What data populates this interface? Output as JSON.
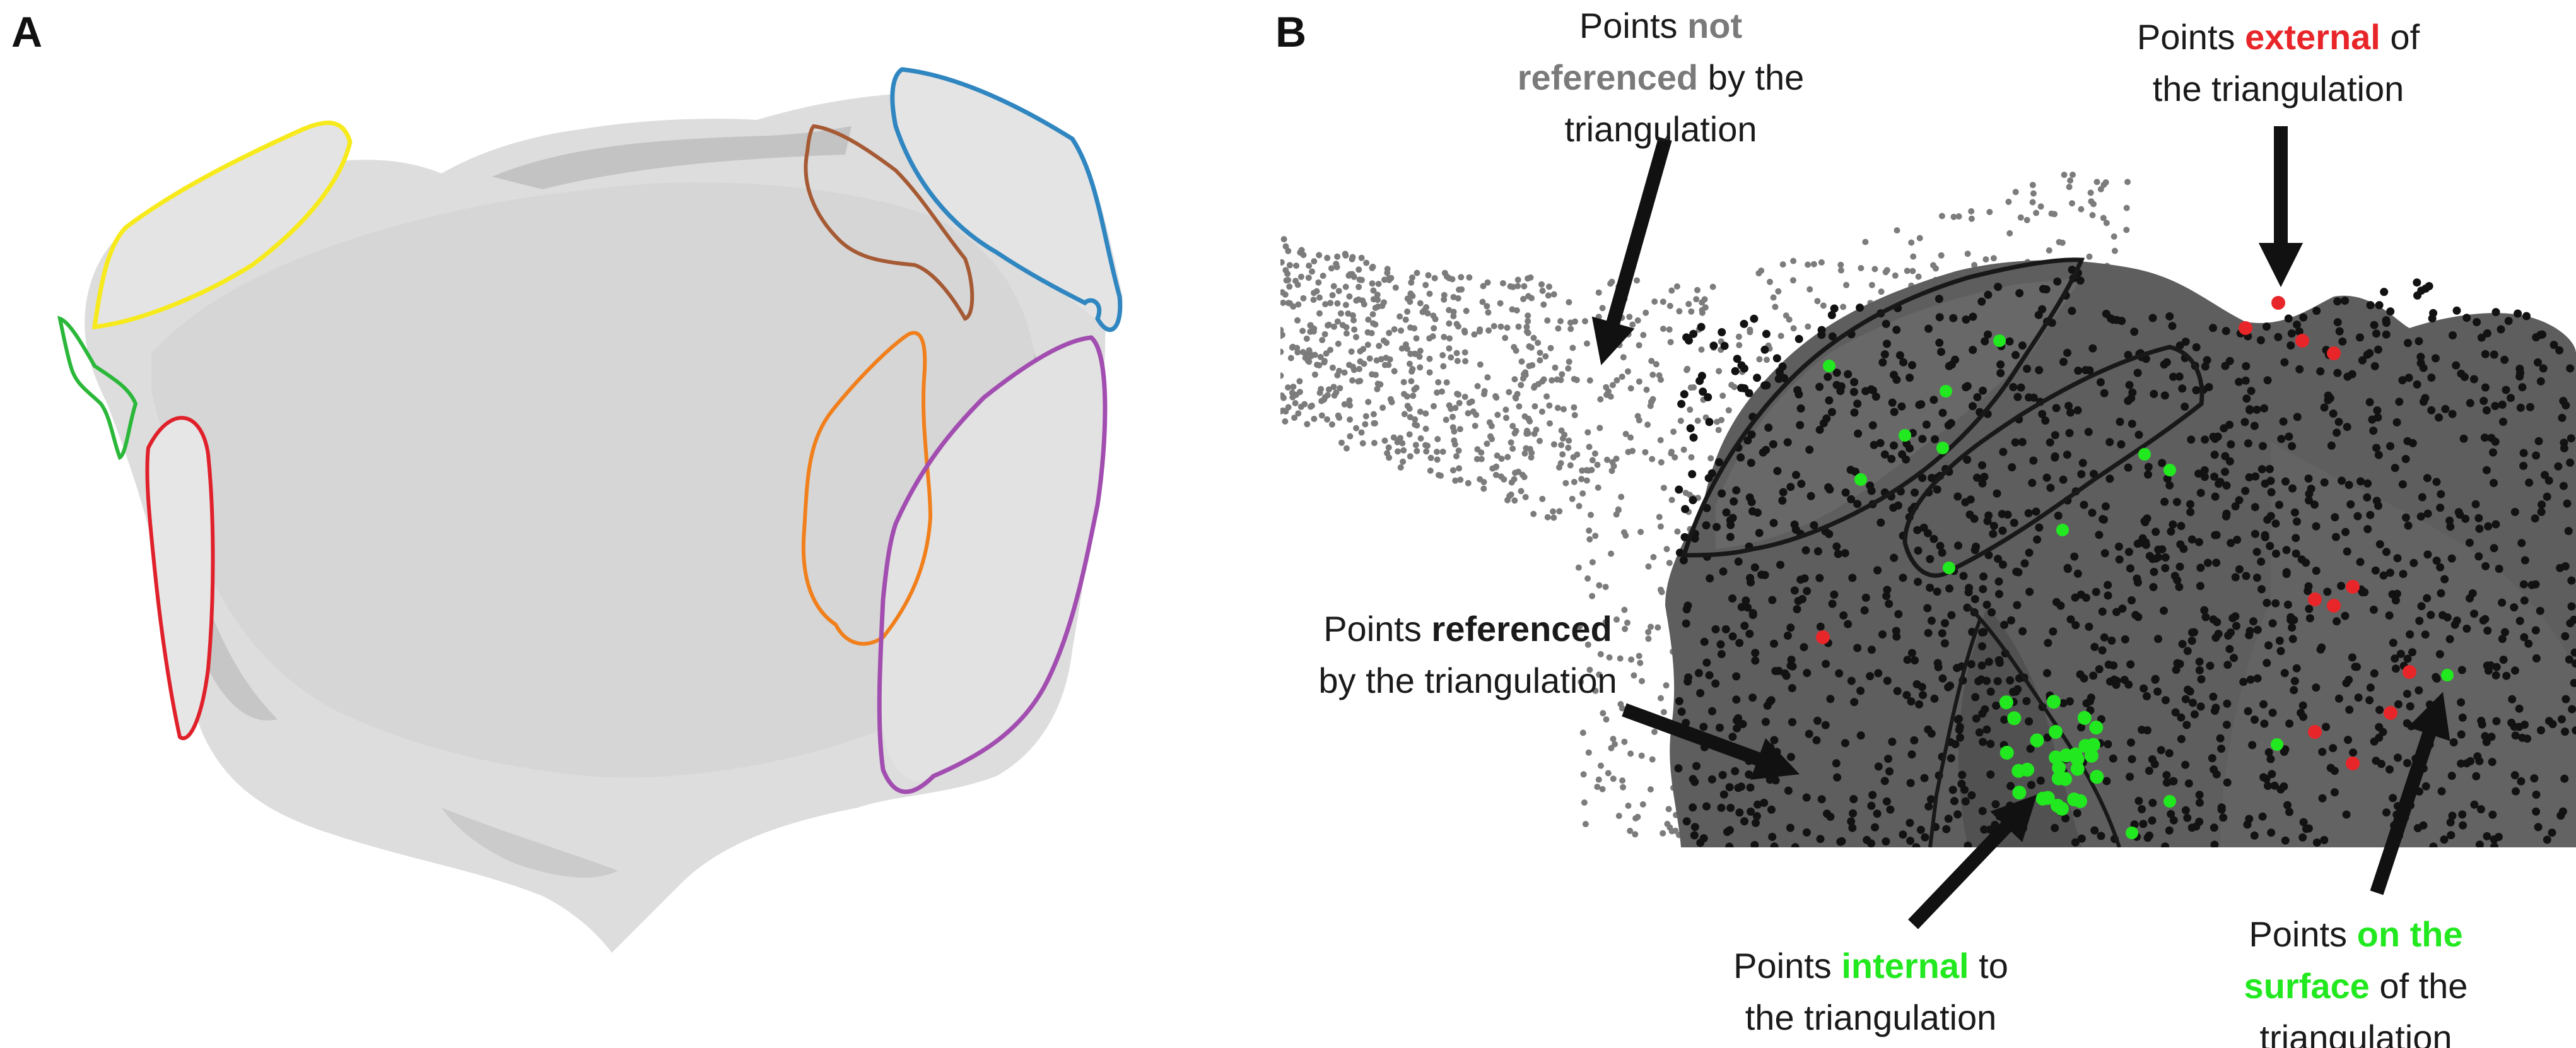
{
  "panels": {
    "a_letter": "A",
    "b_letter": "B"
  },
  "colors": {
    "surface_light": "#e6e6e6",
    "surface_mid": "#d2d2d2",
    "surface_dark": "#b5b5b5",
    "mesh_body": "#5c5c5c",
    "mesh_body_dark": "#3a3a3a",
    "mesh_vertex": "#121212",
    "cloud_point": "#7c7c7c",
    "arrow": "#111111",
    "grey_text": "#7a7a7a",
    "red": "#e8262a",
    "green": "#22e81f",
    "outline_yellow": "#f7ea1c",
    "outline_blue": "#2f86c0",
    "outline_brown": "#a55a34",
    "outline_green": "#2bb83a",
    "outline_red": "#e0202a",
    "outline_orange": "#f07f1c",
    "outline_purple": "#a24db0"
  },
  "annotations": {
    "not_referenced": {
      "pre": "Points ",
      "hl": "not",
      "line2_hl": "referenced",
      "line2_post": " by the",
      "line3": "triangulation"
    },
    "external": {
      "pre": "Points ",
      "hl": "external",
      "post": " of",
      "line2": "the triangulation"
    },
    "referenced": {
      "pre": "Points ",
      "hl": "referenced",
      "line2": "by the triangulation"
    },
    "internal": {
      "pre": "Points ",
      "hl": "internal",
      "post": " to",
      "line2": "the triangulation"
    },
    "surface": {
      "pre": "Points ",
      "hl": "on the",
      "line2_hl": "surface",
      "line2_post": " of the",
      "line3": "triangulation"
    }
  }
}
